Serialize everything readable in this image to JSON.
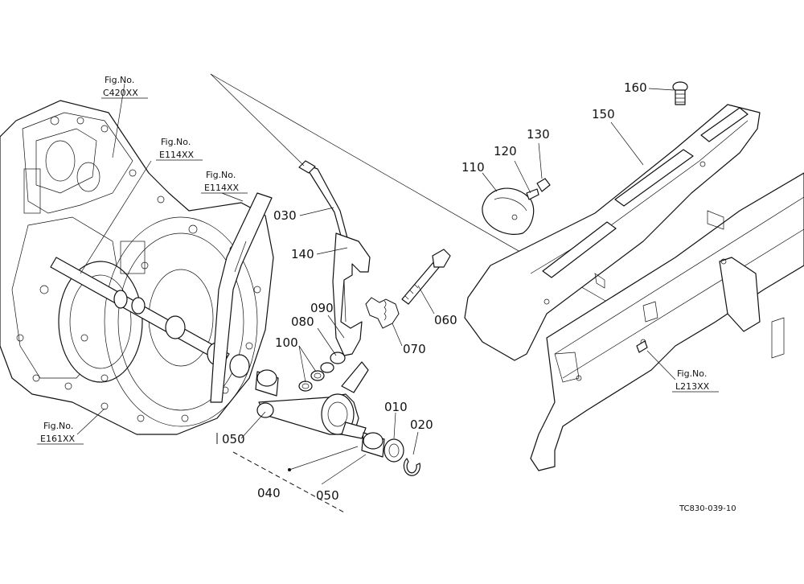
{
  "part_numbers": {
    "p160": "160",
    "p150": "150",
    "p130": "130",
    "p120": "120",
    "p110": "110",
    "p030": "030",
    "p140": "140",
    "p090": "090",
    "p080": "080",
    "p100": "100",
    "p060": "060",
    "p070": "070",
    "p010": "010",
    "p020": "020",
    "p050a": "050",
    "p040": "040",
    "p050b": "050"
  },
  "figure_refs": {
    "c420": {
      "line1": "Fig.No.",
      "line2": "C420XX"
    },
    "e114a": {
      "line1": "Fig.No.",
      "line2": "E114XX"
    },
    "e114b": {
      "line1": "Fig.No.",
      "line2": "E114XX"
    },
    "e161": {
      "line1": "Fig.No.",
      "line2": "E161XX"
    },
    "l213": {
      "line1": "Fig.No.",
      "line2": "L213XX"
    }
  },
  "drawing_code": "TC830-039-10"
}
